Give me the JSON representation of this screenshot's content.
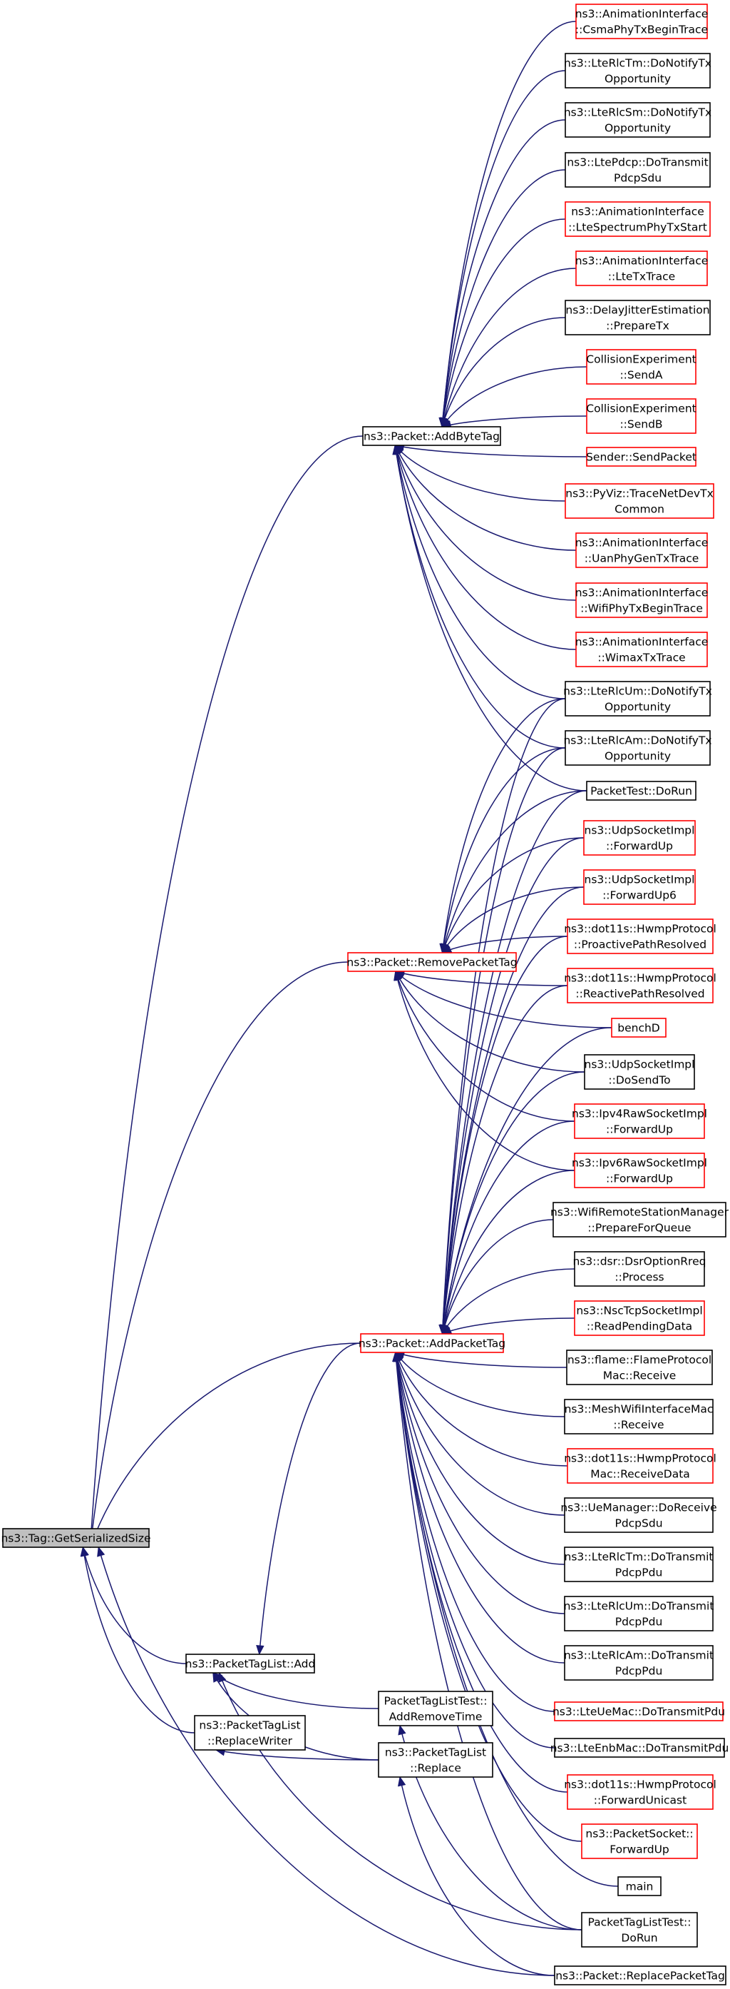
{
  "graph": {
    "colors": {
      "edge": "#191970",
      "node_border_normal": "#000000",
      "node_border_red": "#ff0000",
      "root_fill": "#bfbfbf"
    },
    "nodes": [
      {
        "id": "root",
        "lines": [
          "ns3::Tag::GetSerializedSize"
        ],
        "style": "root"
      },
      {
        "id": "addbytetag",
        "lines": [
          "ns3::Packet::AddByteTag"
        ],
        "style": "black"
      },
      {
        "id": "removepackettag",
        "lines": [
          "ns3::Packet::RemovePacketTag"
        ],
        "style": "red"
      },
      {
        "id": "addpackettag",
        "lines": [
          "ns3::Packet::AddPacketTag"
        ],
        "style": "red"
      },
      {
        "id": "ptl_add",
        "lines": [
          "ns3::PacketTagList::Add"
        ],
        "style": "black"
      },
      {
        "id": "ptl_replacewriter",
        "lines": [
          "ns3::PacketTagList",
          "::ReplaceWriter"
        ],
        "style": "black"
      },
      {
        "id": "ptlt_addremove",
        "lines": [
          "PacketTagListTest::",
          "AddRemoveTime"
        ],
        "style": "black"
      },
      {
        "id": "ptl_replace",
        "lines": [
          "ns3::PacketTagList",
          "::Replace"
        ],
        "style": "black"
      },
      {
        "id": "b1",
        "lines": [
          "ns3::AnimationInterface",
          "::CsmaPhyTxBeginTrace"
        ],
        "style": "red"
      },
      {
        "id": "b2",
        "lines": [
          "ns3::LteRlcTm::DoNotifyTx",
          "Opportunity"
        ],
        "style": "black"
      },
      {
        "id": "b3",
        "lines": [
          "ns3::LteRlcSm::DoNotifyTx",
          "Opportunity"
        ],
        "style": "black"
      },
      {
        "id": "b4",
        "lines": [
          "ns3::LtePdcp::DoTransmit",
          "PdcpSdu"
        ],
        "style": "black"
      },
      {
        "id": "b5",
        "lines": [
          "ns3::AnimationInterface",
          "::LteSpectrumPhyTxStart"
        ],
        "style": "red"
      },
      {
        "id": "b6",
        "lines": [
          "ns3::AnimationInterface",
          "::LteTxTrace"
        ],
        "style": "red"
      },
      {
        "id": "b7",
        "lines": [
          "ns3::DelayJitterEstimation",
          "::PrepareTx"
        ],
        "style": "black"
      },
      {
        "id": "b8",
        "lines": [
          "CollisionExperiment",
          "::SendA"
        ],
        "style": "red"
      },
      {
        "id": "b9",
        "lines": [
          "CollisionExperiment",
          "::SendB"
        ],
        "style": "red"
      },
      {
        "id": "b10",
        "lines": [
          "Sender::SendPacket"
        ],
        "style": "red"
      },
      {
        "id": "b11",
        "lines": [
          "ns3::PyViz::TraceNetDevTx",
          "Common"
        ],
        "style": "red"
      },
      {
        "id": "b12",
        "lines": [
          "ns3::AnimationInterface",
          "::UanPhyGenTxTrace"
        ],
        "style": "red"
      },
      {
        "id": "b13",
        "lines": [
          "ns3::AnimationInterface",
          "::WifiPhyTxBeginTrace"
        ],
        "style": "red"
      },
      {
        "id": "b14",
        "lines": [
          "ns3::AnimationInterface",
          "::WimaxTxTrace"
        ],
        "style": "red"
      },
      {
        "id": "b15",
        "lines": [
          "ns3::LteRlcUm::DoNotifyTx",
          "Opportunity"
        ],
        "style": "black"
      },
      {
        "id": "b16",
        "lines": [
          "ns3::LteRlcAm::DoNotifyTx",
          "Opportunity"
        ],
        "style": "black"
      },
      {
        "id": "b17",
        "lines": [
          "PacketTest::DoRun"
        ],
        "style": "black"
      },
      {
        "id": "r1",
        "lines": [
          "ns3::UdpSocketImpl",
          "::ForwardUp"
        ],
        "style": "red"
      },
      {
        "id": "r2",
        "lines": [
          "ns3::UdpSocketImpl",
          "::ForwardUp6"
        ],
        "style": "red"
      },
      {
        "id": "r3",
        "lines": [
          "ns3::dot11s::HwmpProtocol",
          "::ProactivePathResolved"
        ],
        "style": "red"
      },
      {
        "id": "r4",
        "lines": [
          "ns3::dot11s::HwmpProtocol",
          "::ReactivePathResolved"
        ],
        "style": "red"
      },
      {
        "id": "r5",
        "lines": [
          "benchD"
        ],
        "style": "red"
      },
      {
        "id": "r6",
        "lines": [
          "ns3::UdpSocketImpl",
          "::DoSendTo"
        ],
        "style": "black"
      },
      {
        "id": "r7",
        "lines": [
          "ns3::Ipv4RawSocketImpl",
          "::ForwardUp"
        ],
        "style": "red"
      },
      {
        "id": "r8",
        "lines": [
          "ns3::Ipv6RawSocketImpl",
          "::ForwardUp"
        ],
        "style": "red"
      },
      {
        "id": "a1",
        "lines": [
          "ns3::WifiRemoteStationManager",
          "::PrepareForQueue"
        ],
        "style": "black"
      },
      {
        "id": "a2",
        "lines": [
          "ns3::dsr::DsrOptionRreq",
          "::Process"
        ],
        "style": "black"
      },
      {
        "id": "a3",
        "lines": [
          "ns3::NscTcpSocketImpl",
          "::ReadPendingData"
        ],
        "style": "red"
      },
      {
        "id": "a4",
        "lines": [
          "ns3::flame::FlameProtocol",
          "Mac::Receive"
        ],
        "style": "black"
      },
      {
        "id": "a5",
        "lines": [
          "ns3::MeshWifiInterfaceMac",
          "::Receive"
        ],
        "style": "black"
      },
      {
        "id": "a6",
        "lines": [
          "ns3::dot11s::HwmpProtocol",
          "Mac::ReceiveData"
        ],
        "style": "red"
      },
      {
        "id": "a7",
        "lines": [
          "ns3::UeManager::DoReceive",
          "PdcpSdu"
        ],
        "style": "black"
      },
      {
        "id": "a8",
        "lines": [
          "ns3::LteRlcTm::DoTransmit",
          "PdcpPdu"
        ],
        "style": "black"
      },
      {
        "id": "a9",
        "lines": [
          "ns3::LteRlcUm::DoTransmit",
          "PdcpPdu"
        ],
        "style": "black"
      },
      {
        "id": "a10",
        "lines": [
          "ns3::LteRlcAm::DoTransmit",
          "PdcpPdu"
        ],
        "style": "black"
      },
      {
        "id": "a11",
        "lines": [
          "ns3::LteUeMac::DoTransmitPdu"
        ],
        "style": "red"
      },
      {
        "id": "a12",
        "lines": [
          "ns3::LteEnbMac::DoTransmitPdu"
        ],
        "style": "black"
      },
      {
        "id": "a13",
        "lines": [
          "ns3::dot11s::HwmpProtocol",
          "::ForwardUnicast"
        ],
        "style": "red"
      },
      {
        "id": "a14",
        "lines": [
          "ns3::PacketSocket::",
          "ForwardUp"
        ],
        "style": "red"
      },
      {
        "id": "a15",
        "lines": [
          "main"
        ],
        "style": "black"
      },
      {
        "id": "a16",
        "lines": [
          "PacketTagListTest::",
          "DoRun"
        ],
        "style": "black"
      },
      {
        "id": "a17",
        "lines": [
          "ns3::Packet::ReplacePacketTag"
        ],
        "style": "black"
      }
    ]
  }
}
